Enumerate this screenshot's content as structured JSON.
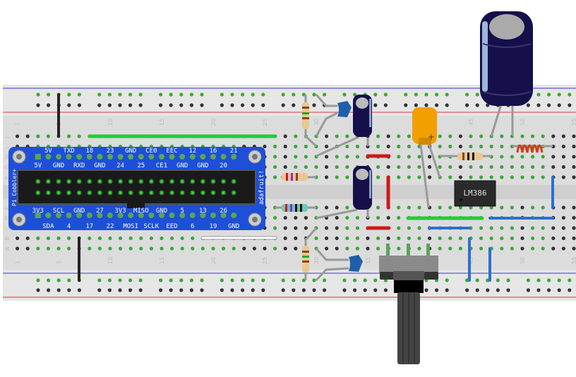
{
  "breadboard": {
    "column_labels": [
      "1",
      "5",
      "10",
      "15",
      "20",
      "25",
      "30",
      "35",
      "40",
      "45",
      "50",
      "55"
    ],
    "row_labels_top": [
      "J",
      "I",
      "H",
      "G",
      "F"
    ],
    "row_labels_bottom": [
      "E",
      "D",
      "C",
      "B",
      "A"
    ]
  },
  "cobbler": {
    "brand": "adafruit!",
    "name": "Pi Cobbler+",
    "top_row_upper": [
      "5V",
      "TXD",
      "18",
      "23",
      "GND",
      "CE0",
      "EEC",
      "12",
      "16",
      "21"
    ],
    "top_row_lower": [
      "5V",
      "GND",
      "RXD",
      "GND",
      "24",
      "25",
      "CE1",
      "GND",
      "GND",
      "20"
    ],
    "bottom_row_upper": [
      "3V3",
      "SCL",
      "GND",
      "27",
      "3V3",
      "MISO",
      "GND",
      "5",
      "13",
      "26"
    ],
    "bottom_row_lower": [
      "SDA",
      "4",
      "17",
      "22",
      "MOSI",
      "SCLK",
      "EED",
      "6",
      "19",
      "GND"
    ]
  },
  "chip": {
    "label": "LM386"
  },
  "tantalum_capacitor": {
    "polarity_mark": "+"
  },
  "colors": {
    "cobbler": "#1e4fd8",
    "wire_green": "#22cc33",
    "wire_red": "#cc1a1a",
    "wire_blue": "#2a6fd0",
    "capacitor": "#15104a",
    "tantalum": "#f0a000"
  }
}
